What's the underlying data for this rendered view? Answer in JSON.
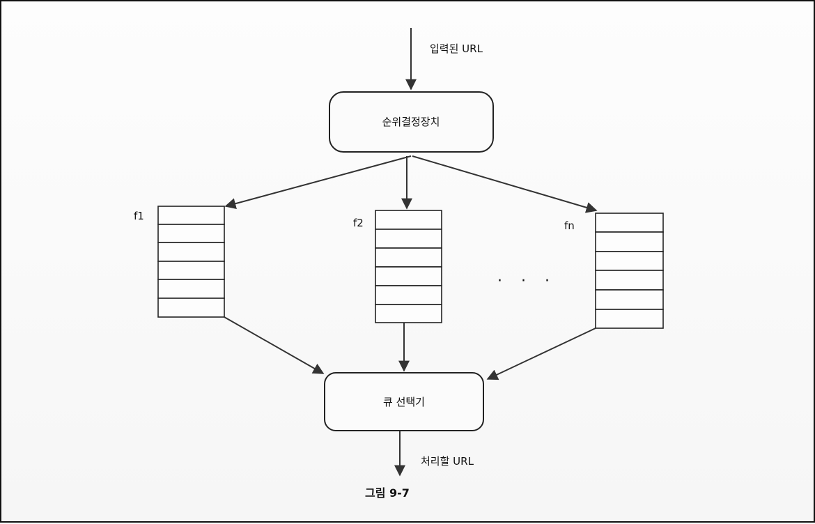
{
  "diagram": {
    "input_label": "입력된 URL",
    "prioritizer_label": "순위결정장치",
    "queues": [
      {
        "label": "f1",
        "cells": 6
      },
      {
        "label": "f2",
        "cells": 6
      },
      {
        "label": "fn",
        "cells": 6
      }
    ],
    "ellipsis": "· · ·",
    "selector_label": "큐 선택기",
    "output_label": "처리할 URL",
    "caption": "그림 9-7"
  }
}
